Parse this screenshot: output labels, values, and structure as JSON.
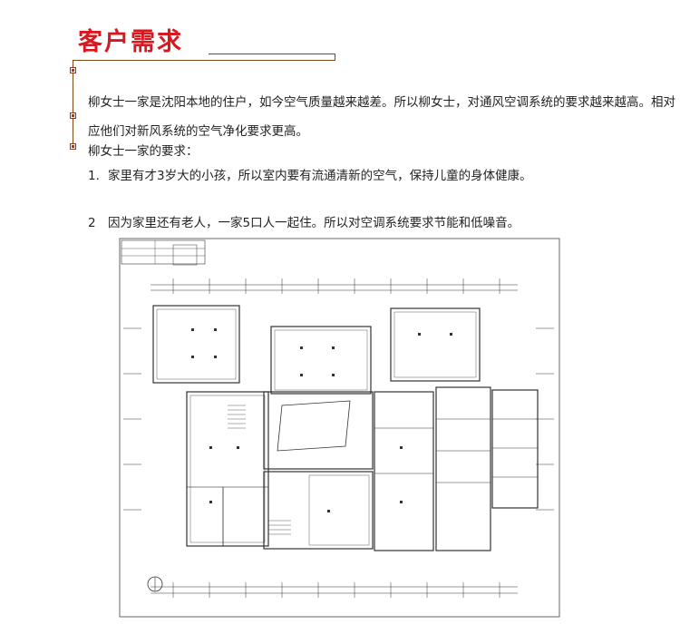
{
  "section": {
    "title": "客户需求"
  },
  "intro": "柳女士一家是沈阳本地的住户，如今空气质量越来越差。所以柳女士，对通风空调系统的要求越来越高。相对应他们对新风系统的空气净化要求更高。",
  "requirements_title": "柳女士一家的要求：",
  "requirements": [
    {
      "num": "1.",
      "text": "家里有才3岁大的小孩，所以室内要有流通清新的空气，保持儿童的身体健康。"
    },
    {
      "num": "2",
      "text": "因为家里还有老人，一家5口人一起住。所以对空调系统要求节能和低噪音。"
    }
  ],
  "floorplan": {
    "description_icon": "architectural-floor-plan",
    "line_color": "#333333"
  }
}
